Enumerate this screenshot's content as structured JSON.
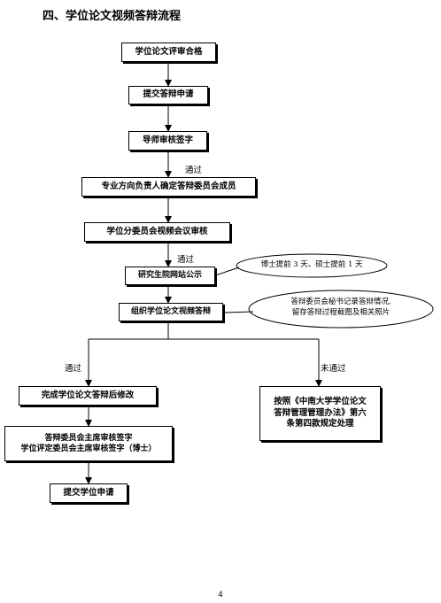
{
  "heading": "四、学位论文视频答辩流程",
  "nodes": {
    "step1": "学位论文评审合格",
    "step2": "提交答辩申请",
    "step3": "导师审核签字",
    "step4": "专业方向负责人确定答辩委员会成员",
    "step5": "学位分委员会视频会议审核",
    "step6": "研究生院网站公示",
    "step7": "组织学位论文视频答辩",
    "pass_step": "完成学位论文答辩后修改",
    "sign_line1": "答辩委员会主席审核签字",
    "sign_line2": "学位评定委员会主席审核签字（博士）",
    "submit_step": "提交学位申请",
    "fail_line1": "按照《中南大学学位论文",
    "fail_line2": "答辩管理管理办法》第六",
    "fail_line3": "条第四款规定处理"
  },
  "edge_labels": {
    "after_step3": "通过",
    "after_step5": "通过",
    "pass": "通过",
    "fail": "未通过"
  },
  "callouts": {
    "notice": "博士提前 3 天、硕士提前 1 天",
    "defense_line1": "答辩委员会秘书记录答辩情况,",
    "defense_line2": "留存答辩过程截图及相关照片"
  },
  "page_number": "4"
}
